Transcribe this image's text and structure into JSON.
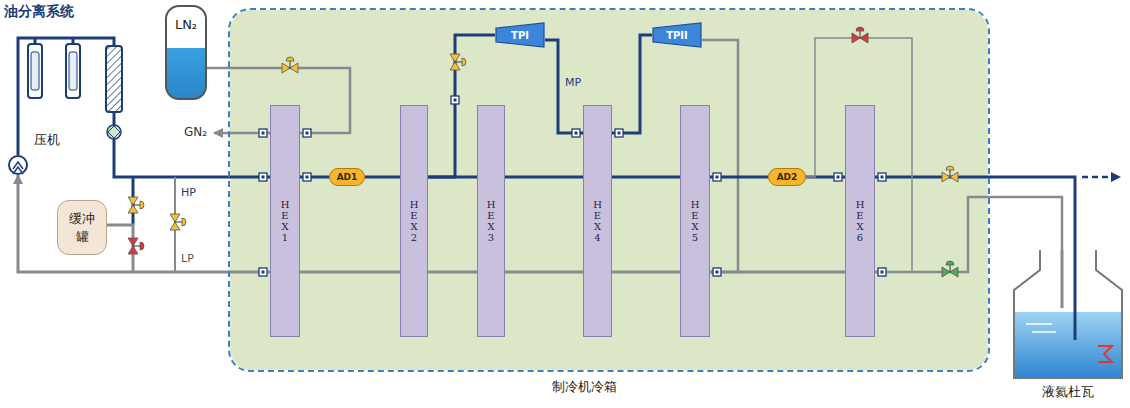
{
  "diagram": {
    "nodes": [
      {
        "text": [
          "LN₂"
        ]
      },
      {
        "text": [
          "缓冲罐"
        ]
      },
      {
        "text": [
          "压机"
        ]
      },
      {
        "text": [
          "制冷机冷箱"
        ]
      },
      {
        "text": [
          "HEX1"
        ],
        "in": 3
      },
      {
        "text": [
          "AD1"
        ],
        "in": 3
      },
      {
        "text": [
          "HEX2"
        ],
        "in": 3
      },
      {
        "text": [
          "TPI"
        ],
        "in": 3
      },
      {
        "text": [
          "HEX3"
        ],
        "in": 3
      },
      {
        "text": [
          "HEX4"
        ],
        "in": 3
      },
      {
        "text": [
          "TPII"
        ],
        "in": 3
      },
      {
        "text": [
          "HEX5"
        ],
        "in": 3
      },
      {
        "text": [
          "AD2"
        ],
        "in": 3
      },
      {
        "text": [
          "HEX6"
        ],
        "in": 3
      },
      {
        "text": [
          "液氦杜瓦"
        ]
      }
    ],
    "edges": [
      {
        "from": 2,
        "to": 4,
        "arrow": "none"
      },
      {
        "from": 4,
        "to": 2,
        "arrow": "to"
      },
      {
        "from": 0,
        "to": 4,
        "arrow": "none"
      },
      {
        "from": 4,
        "to": 5,
        "arrow": "none"
      },
      {
        "from": 5,
        "to": 6,
        "arrow": "none"
      },
      {
        "from": 6,
        "to": 8,
        "arrow": "none"
      },
      {
        "from": 6,
        "to": 7,
        "arrow": "none"
      },
      {
        "from": 7,
        "to": 9,
        "label": "MP",
        "arrow": "none"
      },
      {
        "from": 8,
        "to": 9,
        "arrow": "none"
      },
      {
        "from": 9,
        "to": 10,
        "arrow": "none"
      },
      {
        "from": 10,
        "to": 11,
        "arrow": "to"
      },
      {
        "from": 9,
        "to": 11,
        "arrow": "none"
      },
      {
        "from": 11,
        "to": 12,
        "arrow": "none"
      },
      {
        "from": 12,
        "to": 13,
        "arrow": "none"
      },
      {
        "from": 13,
        "to": 14,
        "arrow": "none"
      },
      {
        "from": 14,
        "to": 13,
        "arrow": "to"
      },
      {
        "from": 12,
        "to": 13,
        "arrow": "to"
      },
      {
        "from": 13,
        "to": 11,
        "arrow": "none"
      },
      {
        "from": 11,
        "to": 9,
        "arrow": "none"
      },
      {
        "from": 9,
        "to": 8,
        "arrow": "none"
      },
      {
        "from": 8,
        "to": 6,
        "arrow": "none"
      },
      {
        "from": 6,
        "to": 4,
        "arrow": "none"
      }
    ],
    "labels": [
      "油分离系统",
      "GN₂",
      "HP",
      "LP"
    ]
  }
}
